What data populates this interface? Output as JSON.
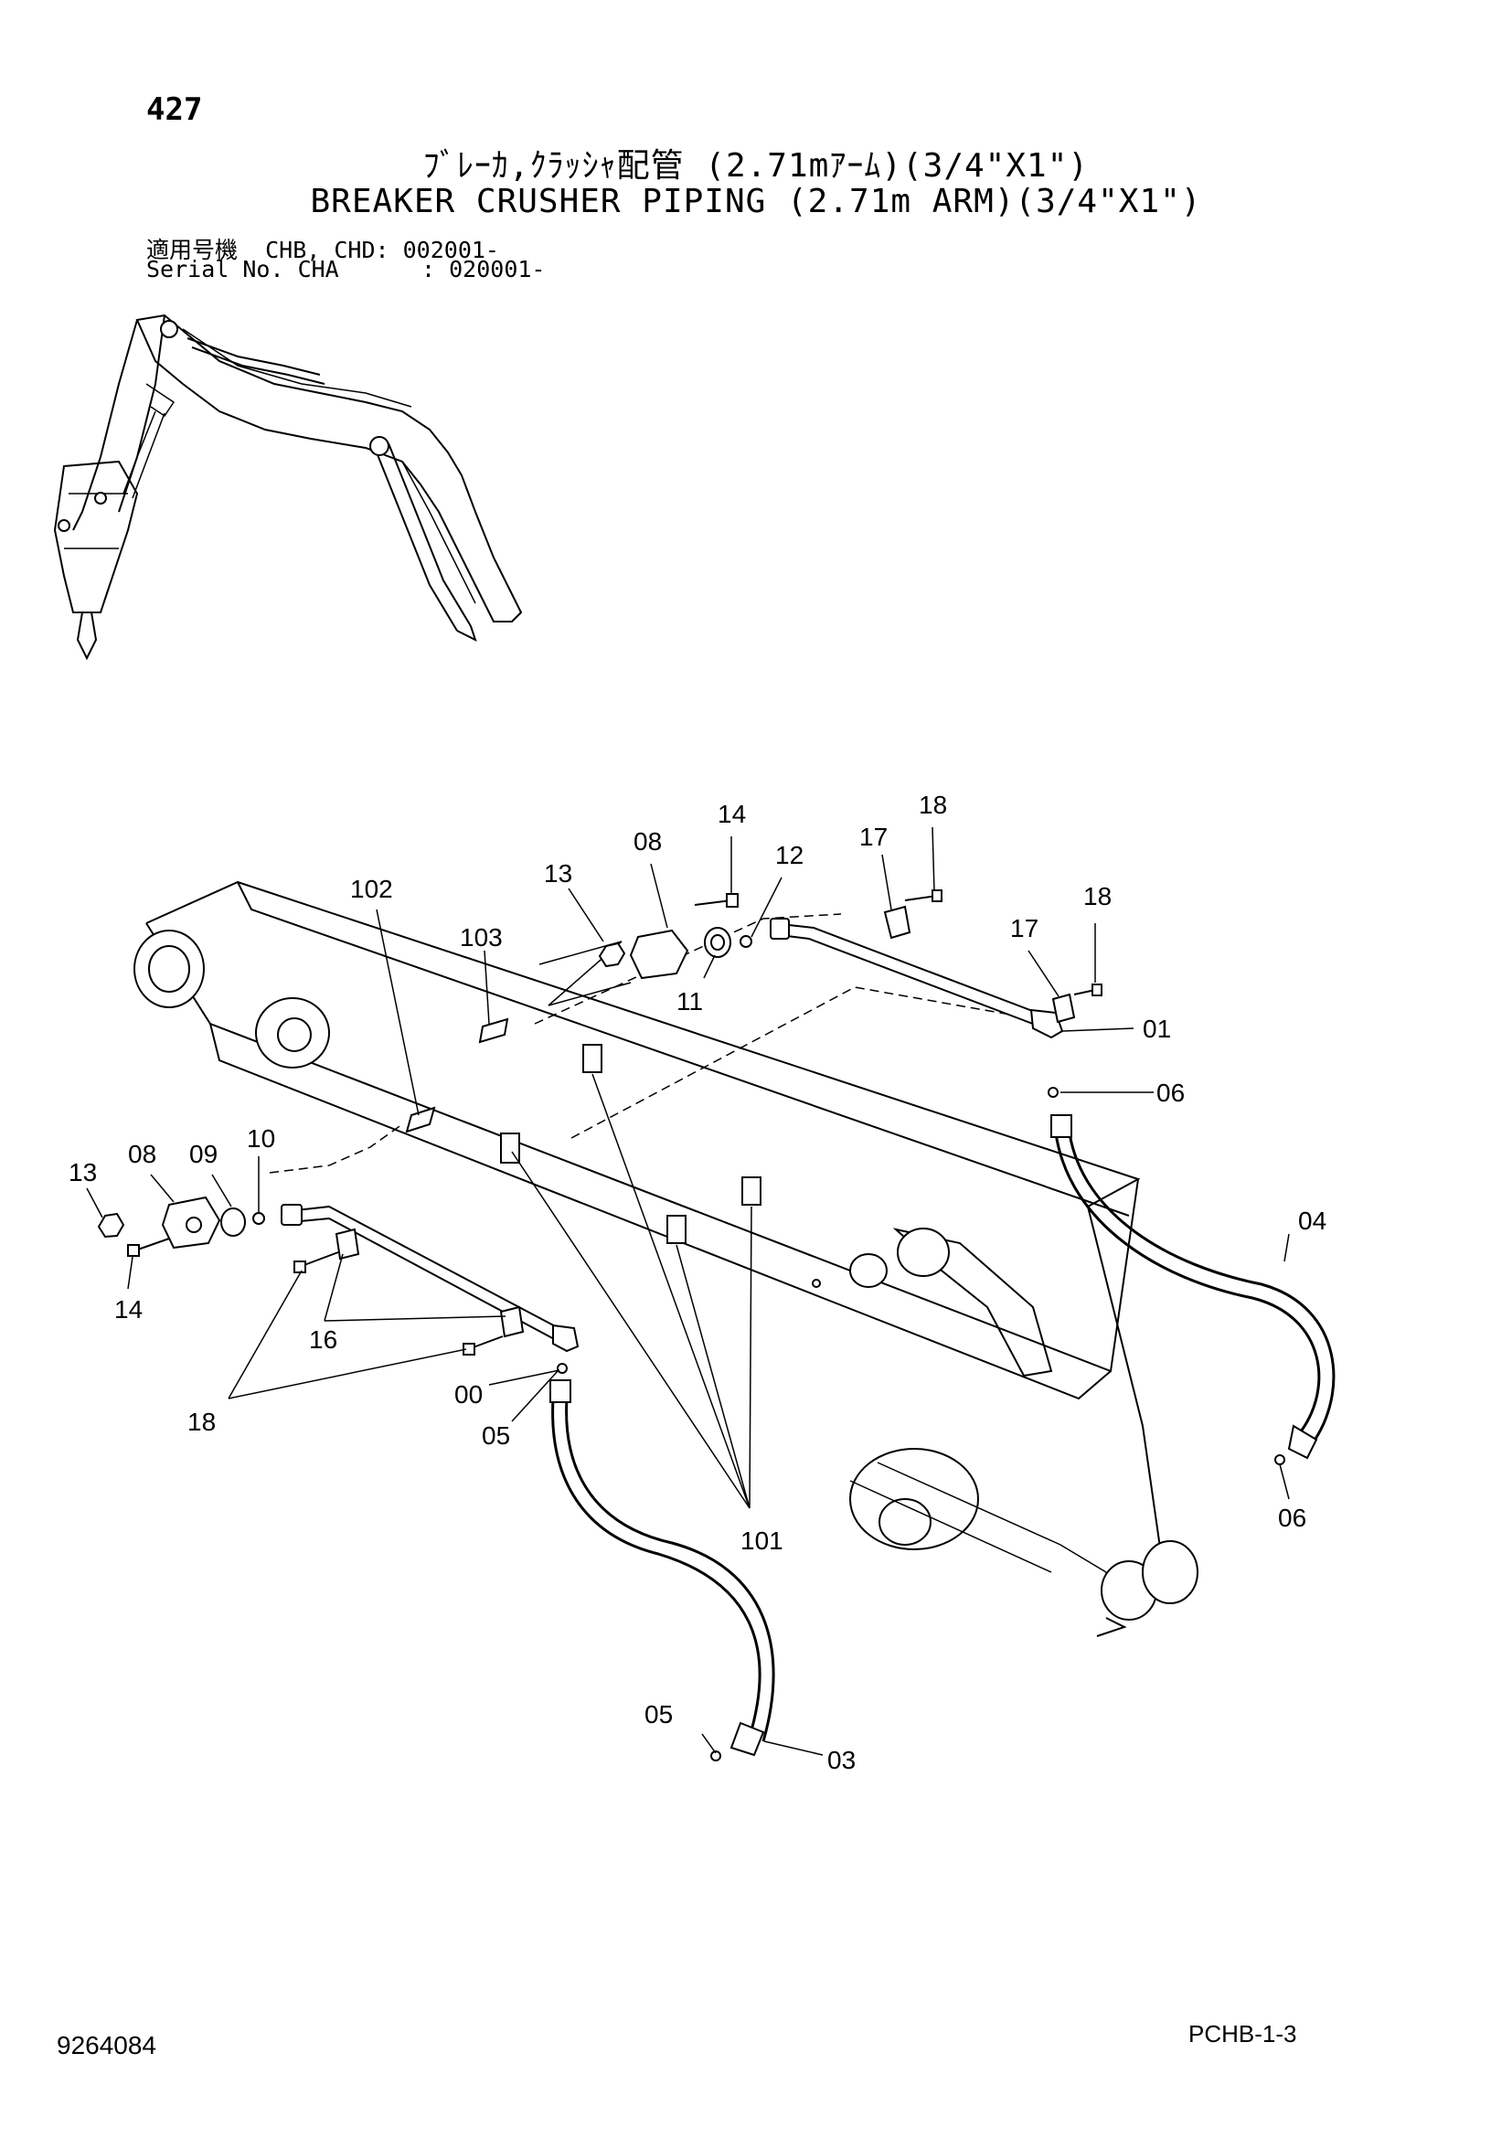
{
  "header": {
    "page_number": "427",
    "title_jp": "ﾌﾞﾚｰｶ,ｸﾗｯｼｬ配管 (2.71mｱｰﾑ)(3/4\"X1\")",
    "title_en": "BREAKER CRUSHER PIPING (2.71m ARM)(3/4\"X1\")",
    "serial_line1": "適用号機  CHB, CHD: 002001-",
    "serial_line2": "Serial No. CHA      : 020001-"
  },
  "callouts": {
    "c14_top": "14",
    "c18_top": "18",
    "c08_top": "08",
    "c17_top": "17",
    "c12": "12",
    "c13_top": "13",
    "c18_mid": "18",
    "c102": "102",
    "c103": "103",
    "c17_mid": "17",
    "c11": "11",
    "c01": "01",
    "c06_top": "06",
    "c10": "10",
    "c09": "09",
    "c08_left": "08",
    "c13_left": "13",
    "c04": "04",
    "c14_left": "14",
    "c16": "16",
    "c00": "00",
    "c18_left": "18",
    "c05_mid": "05",
    "c06_right": "06",
    "c101": "101",
    "c05_bottom": "05",
    "c03": "03"
  },
  "footer": {
    "drawing_number": "9264084",
    "code": "PCHB-1-3"
  }
}
